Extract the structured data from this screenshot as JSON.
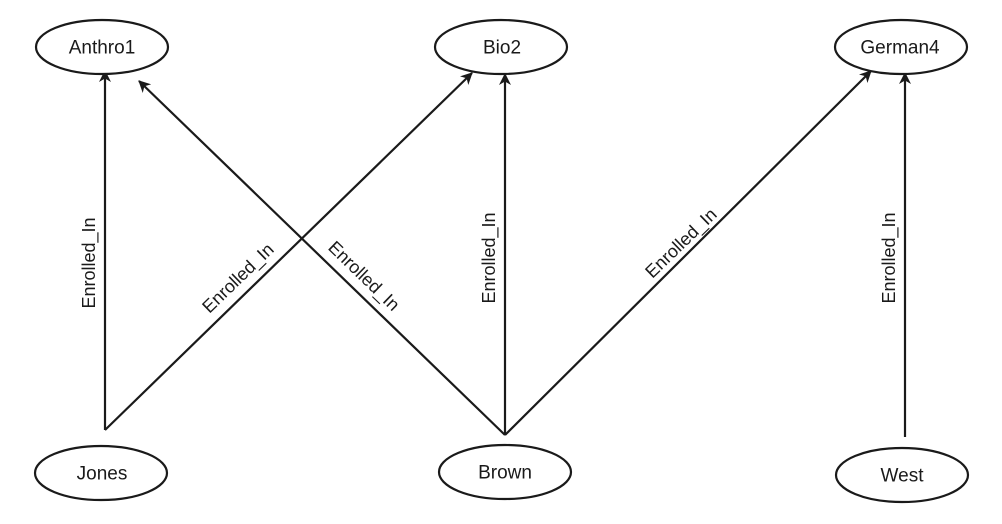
{
  "colors": {
    "stroke": "#1a1a1a",
    "background": "#ffffff"
  },
  "nodes": {
    "anthro1": "Anthro1",
    "bio2": "Bio2",
    "german4": "German4",
    "jones": "Jones",
    "brown": "Brown",
    "west": "West"
  },
  "edges": [
    {
      "from": "jones",
      "to": "anthro1",
      "label": "Enrolled_In"
    },
    {
      "from": "jones",
      "to": "bio2",
      "label": "Enrolled_In"
    },
    {
      "from": "brown",
      "to": "anthro1",
      "label": "Enrolled_In"
    },
    {
      "from": "brown",
      "to": "bio2",
      "label": "Enrolled_In"
    },
    {
      "from": "brown",
      "to": "german4",
      "label": "Enrolled_In"
    },
    {
      "from": "west",
      "to": "german4",
      "label": "Enrolled_In"
    }
  ]
}
